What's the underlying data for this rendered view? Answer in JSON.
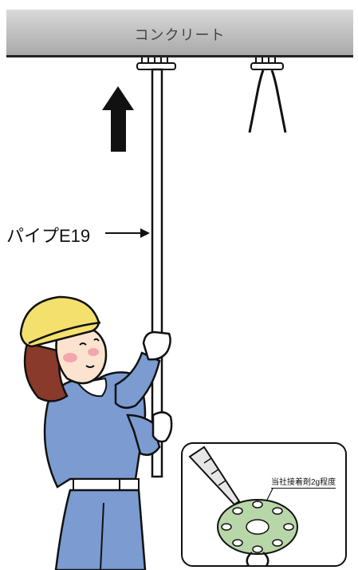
{
  "ceiling": {
    "label": "コンクリート"
  },
  "pipe": {
    "label": "パイプE19"
  },
  "inset": {
    "label": "当社接着剤2g程度"
  }
}
